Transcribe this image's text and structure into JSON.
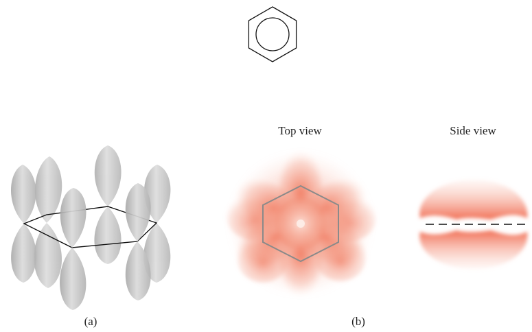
{
  "figure": {
    "labels": {
      "top_view": "Top view",
      "side_view": "Side view",
      "panel_a": "(a)",
      "panel_b": "(b)"
    },
    "colors": {
      "lobe_gray": "#c4c4c4",
      "cloud_red": "#ee5a3c",
      "hexagon_gray": "#8a8a8a",
      "line_black": "#111111"
    }
  }
}
